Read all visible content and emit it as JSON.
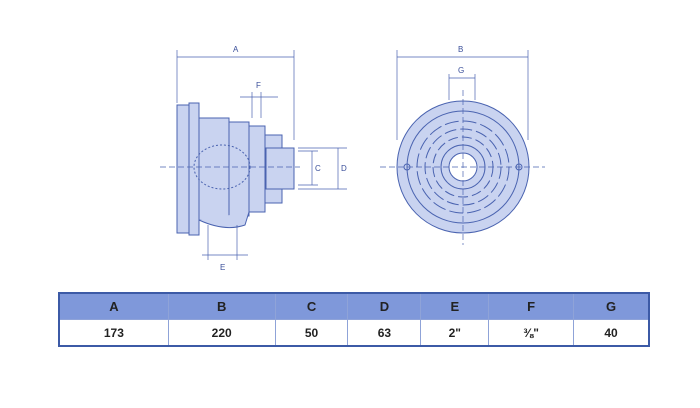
{
  "drawing": {
    "side_view_labels": {
      "a": "A",
      "c": "C",
      "d": "D",
      "e": "E",
      "f": "F"
    },
    "front_view_labels": {
      "b": "B",
      "g": "G"
    }
  },
  "table": {
    "headers": [
      "A",
      "B",
      "C",
      "D",
      "E",
      "F",
      "G"
    ],
    "values": [
      "173",
      "220",
      "50",
      "63",
      "2ʺ",
      "⅜ʺ",
      "40"
    ]
  },
  "colors": {
    "fill": "#c9d3f0",
    "stroke": "#4a63b0",
    "header": "#7f98da",
    "border": "#3c5aa6"
  }
}
